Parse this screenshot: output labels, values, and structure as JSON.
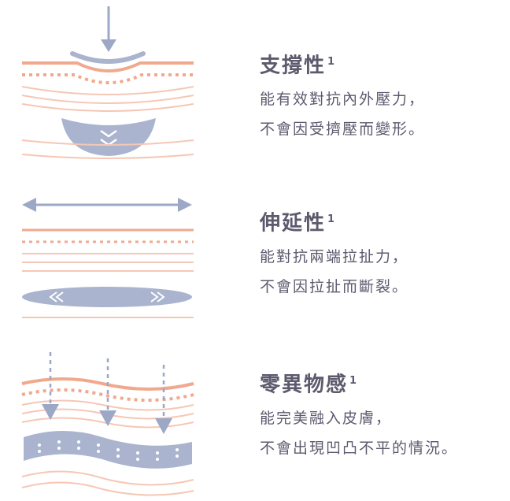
{
  "colors": {
    "text": "#5d5a6e",
    "skin_line": "#f0a98e",
    "skin_line_light": "#f6c7b5",
    "filler": "#aab4cf",
    "arrow": "#9da8c6"
  },
  "features": [
    {
      "title": "支撐性",
      "sup": "1",
      "line1": "能有效對抗內外壓力，",
      "line2": "不會因受擠壓而變形。",
      "icon": "compression-support-icon"
    },
    {
      "title": "伸延性",
      "sup": "1",
      "line1": "能對抗兩端拉扯力，",
      "line2": "不會因拉扯而斷裂。",
      "icon": "stretch-elasticity-icon"
    },
    {
      "title": "零異物感",
      "sup": "1",
      "line1": "能完美融入皮膚，",
      "line2": "不會出現凹凸不平的情況。",
      "icon": "seamless-integration-icon"
    }
  ]
}
